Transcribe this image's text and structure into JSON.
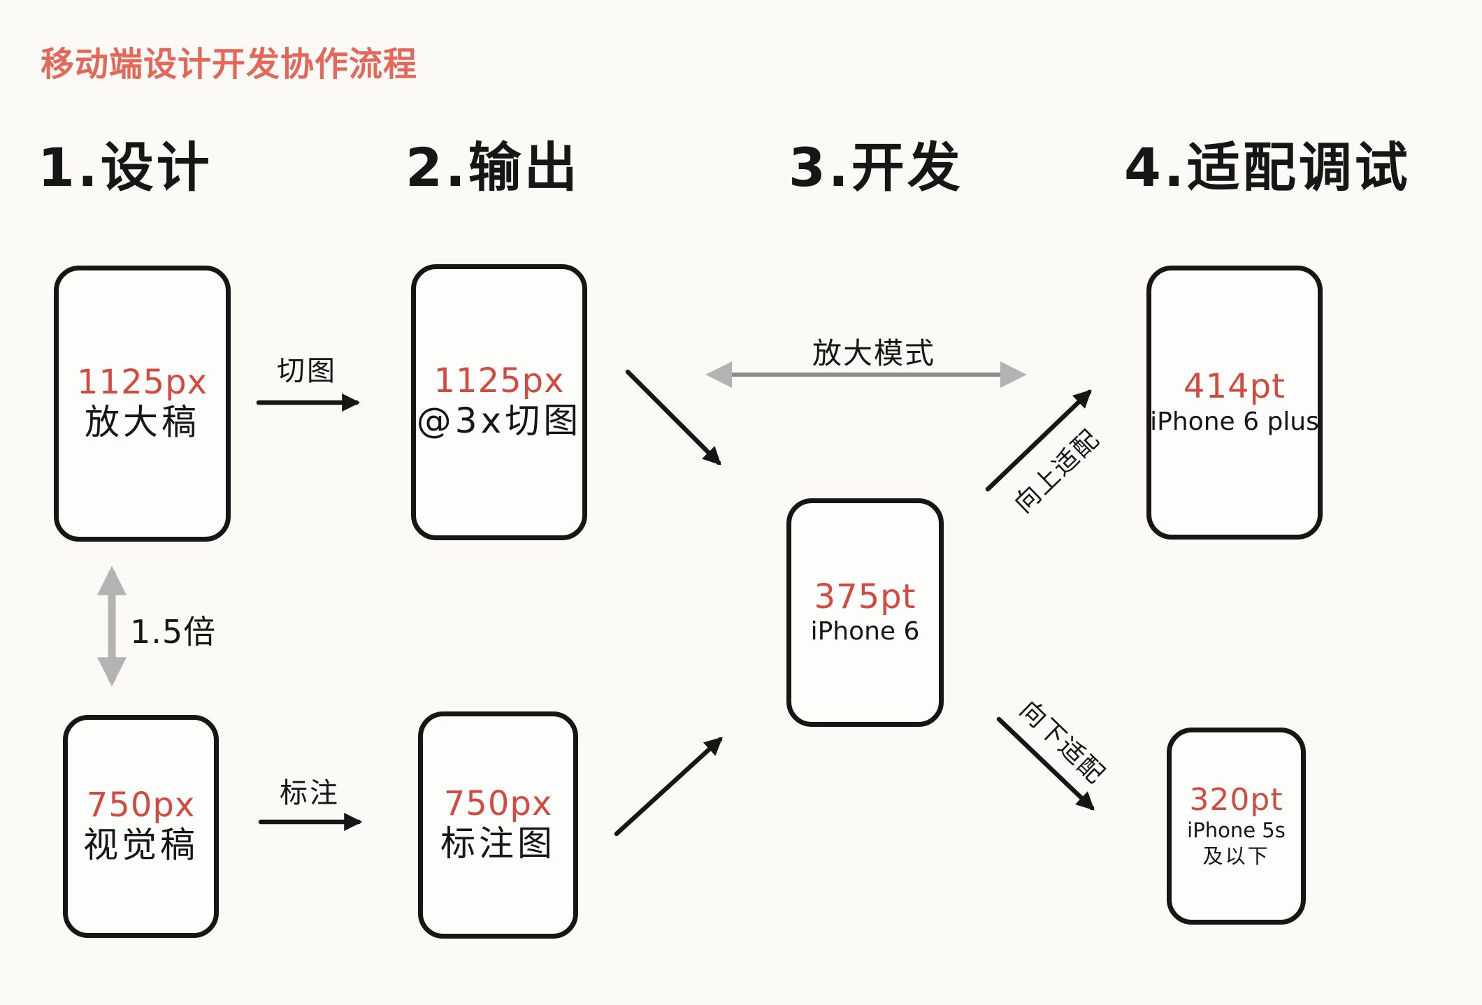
{
  "theme": {
    "background": "#fbfaf7",
    "ink": "#161616",
    "value_red": "#d24b41",
    "title_red": "#e4685a",
    "arrow_gray": "#b3b3b3"
  },
  "title": "移动端设计开发协作流程",
  "columns": [
    {
      "label": "1.设计"
    },
    {
      "label": "2.输出"
    },
    {
      "label": "3.开发"
    },
    {
      "label": "4.适配调试"
    }
  ],
  "phones": [
    {
      "value": "1125px",
      "label": "放大稿"
    },
    {
      "value": "1125px",
      "label": "@3x切图"
    },
    {
      "value": "750px",
      "label": "视觉稿"
    },
    {
      "value": "750px",
      "label": "标注图"
    },
    {
      "value": "375pt",
      "label": "iPhone 6"
    },
    {
      "value": "414pt",
      "label": "iPhone 6 plus"
    },
    {
      "value": "320pt",
      "label": "iPhone 5s",
      "label2": "及以下"
    }
  ],
  "arrow_labels": {
    "cut": "切图",
    "annotate": "标注",
    "scale": "1.5倍",
    "zoom_mode": "放大模式",
    "adapt_up": "向上适配",
    "adapt_down": "向下适配"
  }
}
